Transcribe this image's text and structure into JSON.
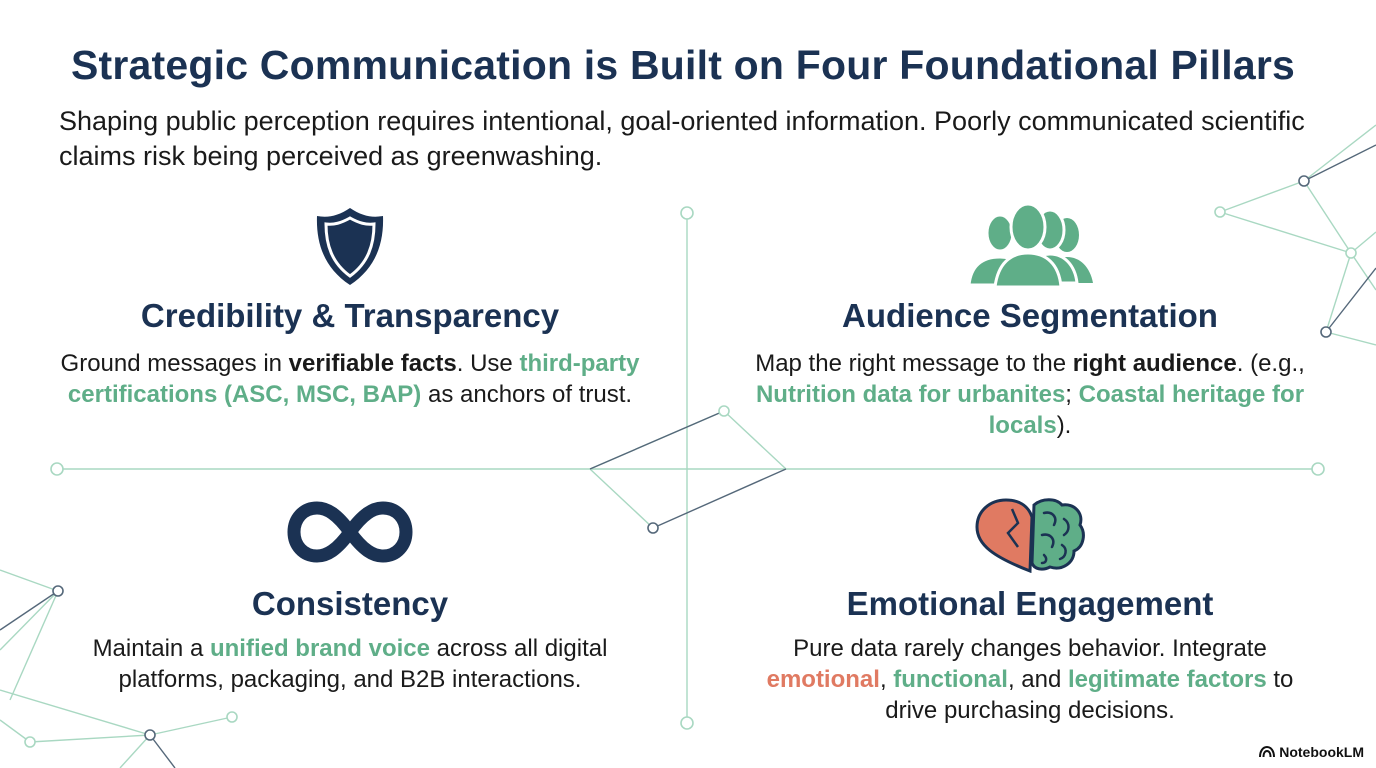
{
  "title": "Strategic Communication is Built on Four Foundational Pillars",
  "subtitle": "Shaping public perception requires intentional, goal-oriented information. Poorly communicated scientific claims risk being perceived as greenwashing.",
  "colors": {
    "navy": "#1b3253",
    "green": "#5fae88",
    "coral": "#e07a62",
    "line": "#a9d8c2"
  },
  "pillars": {
    "credibility": {
      "icon": "shield-icon",
      "heading": "Credibility & Transparency",
      "t1": "Ground messages in ",
      "h1": "verifiable facts",
      "t2": ". Use ",
      "h2": "third-party certifications (ASC, MSC, BAP)",
      "t3": " as anchors of trust."
    },
    "audience": {
      "icon": "people-group-icon",
      "heading": "Audience Segmentation",
      "t1": "Map the right message to the ",
      "h1": "right audience",
      "t2": ". (e.g., ",
      "h2": "Nutrition data for urbanites",
      "t3": "; ",
      "h3": "Coastal heritage for locals",
      "t4": ")."
    },
    "consistency": {
      "icon": "infinity-icon",
      "heading": "Consistency",
      "t1": "Maintain a ",
      "h1": "unified brand voice",
      "t2": " across all digital platforms, packaging, and B2B interactions."
    },
    "emotional": {
      "icon": "heart-brain-icon",
      "heading": "Emotional Engagement",
      "t1": "Pure data rarely changes behavior. Integrate ",
      "h1": "emotional",
      "t2": ", ",
      "h2": "functional",
      "t3": ", and ",
      "h3": "legitimate factors",
      "t4": " to drive purchasing decisions."
    }
  },
  "brand": {
    "label": "NotebookLM",
    "icon": "notebooklm-logo-icon"
  }
}
